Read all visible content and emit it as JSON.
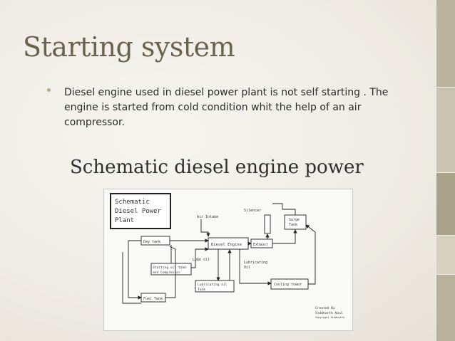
{
  "slide": {
    "title": "Starting system",
    "bullet": "Diesel engine used in diesel power plant is not self starting . The engine is started from cold condition whit the help of an air compressor.",
    "subtitle": "Schematic diesel engine power"
  },
  "diagram": {
    "heading_lines": [
      "Schematic",
      "Diesel Power",
      "Plant"
    ],
    "labels": {
      "air_intake": "Air Intake",
      "silencer": "Silencer",
      "surge_tank_1": "Surge",
      "surge_tank_2": "Tank",
      "day_tank": "Day tank",
      "diesel_engine": "Diesel Engine",
      "exhaust": "Exhaust",
      "lube_oil": "Lube oil",
      "lubricating_oil_1": "Lubricating",
      "lubricating_oil_2": "Oil",
      "starting_oil_1": "Starting oil tank",
      "starting_oil_2": "and Compressor",
      "lub_oil_tank_1": "Lubricating oil",
      "lub_oil_tank_2": "Tank",
      "cooling_tower": "Cooling tower",
      "fuel_tank": "Fuel Tank",
      "created_by": "Created By",
      "author": "Siddharth Kaul",
      "copyright": "Copyright Siddharth"
    }
  },
  "colors": {
    "title": "#6b624d",
    "bullet_dot": "#b3a98a"
  }
}
